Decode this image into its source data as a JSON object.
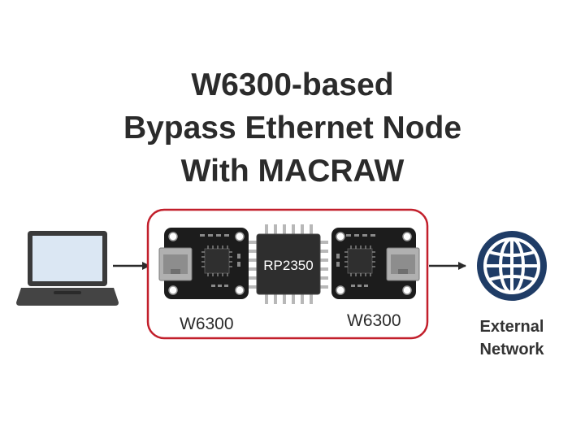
{
  "title": {
    "line1": "W6300-based",
    "line2": "Bypass Ethernet Node",
    "line3": "With MACRAW"
  },
  "modules": {
    "left_label": "W6300",
    "right_label": "W6300",
    "mcu_label": "RP2350"
  },
  "network": {
    "label_line1": "External",
    "label_line2": "Network"
  },
  "icons": [
    "laptop-icon",
    "globe-icon"
  ],
  "colors": {
    "enclosure_border": "#c21f2b",
    "board": "#1c1c1c",
    "globe": "#1f3c66",
    "laptop": "#3c3c3c",
    "laptop_screen": "#dbe7f3"
  }
}
